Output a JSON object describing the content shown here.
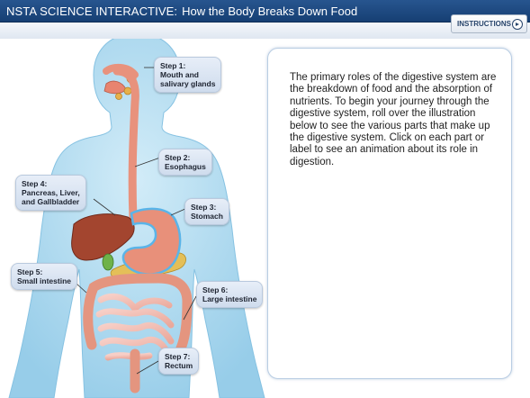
{
  "header": {
    "brand": "NSTA SCIENCE INTERACTIVE:",
    "subtitle": "How the Body Breaks Down Food"
  },
  "toolbar": {
    "instructions_label": "INSTRUCTIONS",
    "instructions_icon": "circle-play-icon"
  },
  "steps": [
    {
      "id": 1,
      "line1": "Step 1:",
      "line2": "Mouth and",
      "line3": "salivary glands"
    },
    {
      "id": 2,
      "line1": "Step 2:",
      "line2": "Esophagus"
    },
    {
      "id": 3,
      "line1": "Step 3:",
      "line2": "Stomach"
    },
    {
      "id": 4,
      "line1": "Step 4:",
      "line2": "Pancreas, Liver,",
      "line3": "and Gallbladder"
    },
    {
      "id": 5,
      "line1": "Step 5:",
      "line2": "Small intestine"
    },
    {
      "id": 6,
      "line1": "Step 6:",
      "line2": "Large intestine"
    },
    {
      "id": 7,
      "line1": "Step 7:",
      "line2": "Rectum"
    }
  ],
  "info": {
    "text": "The primary roles of the digestive system are the breakdown of food and the absorption of nutrients. To begin your journey through the digestive system, roll over the illustration below to see the various parts that make up the digestive system. Click on each part or label to see an animation about its role in digestion."
  },
  "colors": {
    "header": "#1e4a82",
    "body_silhouette": "#aedaf0",
    "esophagus": "#e8927d",
    "stomach": "#e8907a",
    "liver": "#a3452f",
    "small_intestine": "#f2bcb2",
    "large_intestine": "#e4957f",
    "highlight_outline": "#5ab4e8"
  }
}
